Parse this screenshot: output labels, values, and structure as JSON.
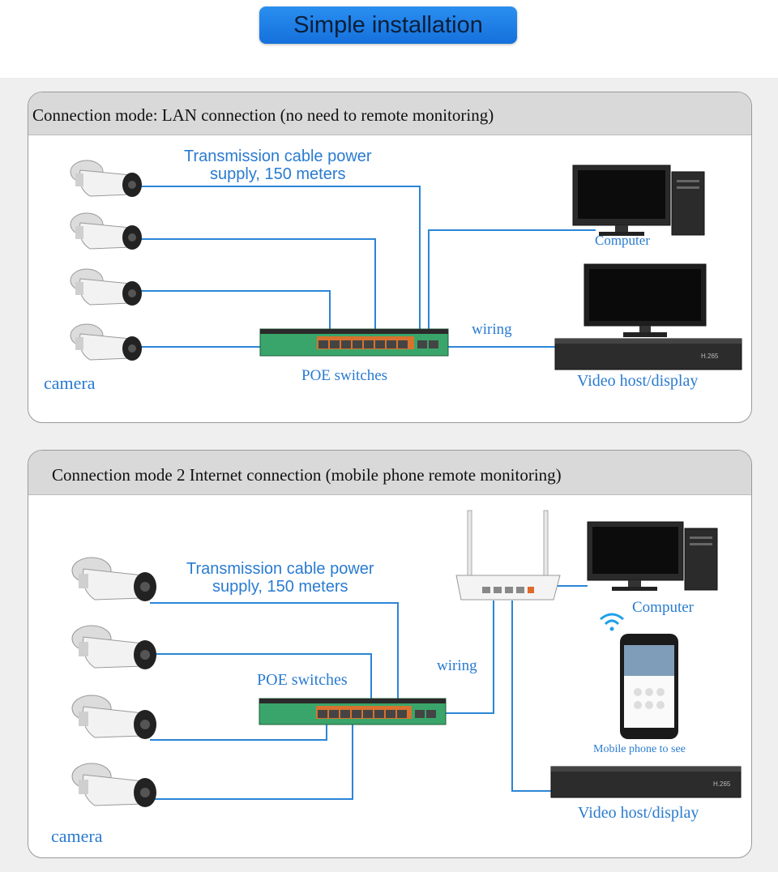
{
  "page": {
    "title": "Simple installation"
  },
  "mode1": {
    "heading": "Connection mode: LAN connection (no need to remote monitoring)",
    "cable_note_line1": "Transmission  cable  power",
    "cable_note_line2": "supply,  150  meters",
    "computer_label": "Computer",
    "wiring_label": "wiring",
    "switch_label": "POE switches",
    "camera_label": "camera",
    "host_label": "Video host/display"
  },
  "mode2": {
    "heading": "Connection mode 2 Internet connection (mobile phone remote monitoring)",
    "cable_note_line1": "Transmission  cable  power",
    "cable_note_line2": "supply,  150  meters",
    "computer_label": "Computer",
    "wiring_label": "wiring",
    "switch_label": "POE switches",
    "phone_label": "Mobile phone to see",
    "camera_label": "camera",
    "host_label": "Video host/display"
  },
  "colors": {
    "line": "#2b86d6",
    "label": "#2a7bd0",
    "switch_body": "#3aa56a",
    "header": "#d9d9d9"
  },
  "icons": [
    "camera-icon",
    "poe-switch-icon",
    "computer-icon",
    "nvr-icon",
    "router-icon",
    "smartphone-icon",
    "wifi-icon"
  ]
}
